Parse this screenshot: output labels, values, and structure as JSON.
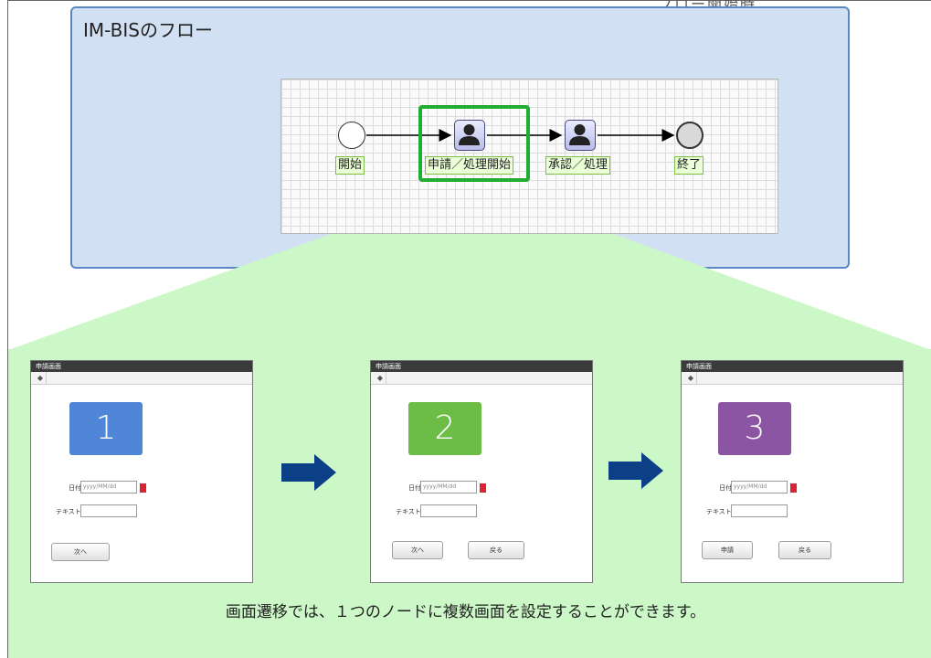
{
  "top_cut_text": "フロー開始時",
  "flow_title": "IM-BISのフロー",
  "nodes": {
    "start": "開始",
    "apply": "申請／処理開始",
    "approve": "承認／処理",
    "end": "終了"
  },
  "screens": [
    {
      "bar_title": "申請画面",
      "number": "1",
      "color": "#4f86d8",
      "date_label": "日付",
      "date_placeholder": "yyyy/MM/dd",
      "text_label": "テキスト",
      "buttons": [
        "次へ"
      ]
    },
    {
      "bar_title": "申請画面",
      "number": "2",
      "color": "#6cbd45",
      "date_label": "日付",
      "date_placeholder": "yyyy/MM/dd",
      "text_label": "テキスト",
      "buttons": [
        "次へ",
        "戻る"
      ]
    },
    {
      "bar_title": "申請画面",
      "number": "3",
      "color": "#8c55a3",
      "date_label": "日付",
      "date_placeholder": "yyyy/MM/dd",
      "text_label": "テキスト",
      "buttons": [
        "申請",
        "戻る"
      ]
    }
  ],
  "caption": "画面遷移では、１つのノードに複数画面を設定することができます。",
  "colors": {
    "highlight": "#1fae31",
    "arrow": "#0b3f86",
    "flow_panel": "#d2e0f3",
    "green_area": "#ccf8c7"
  }
}
